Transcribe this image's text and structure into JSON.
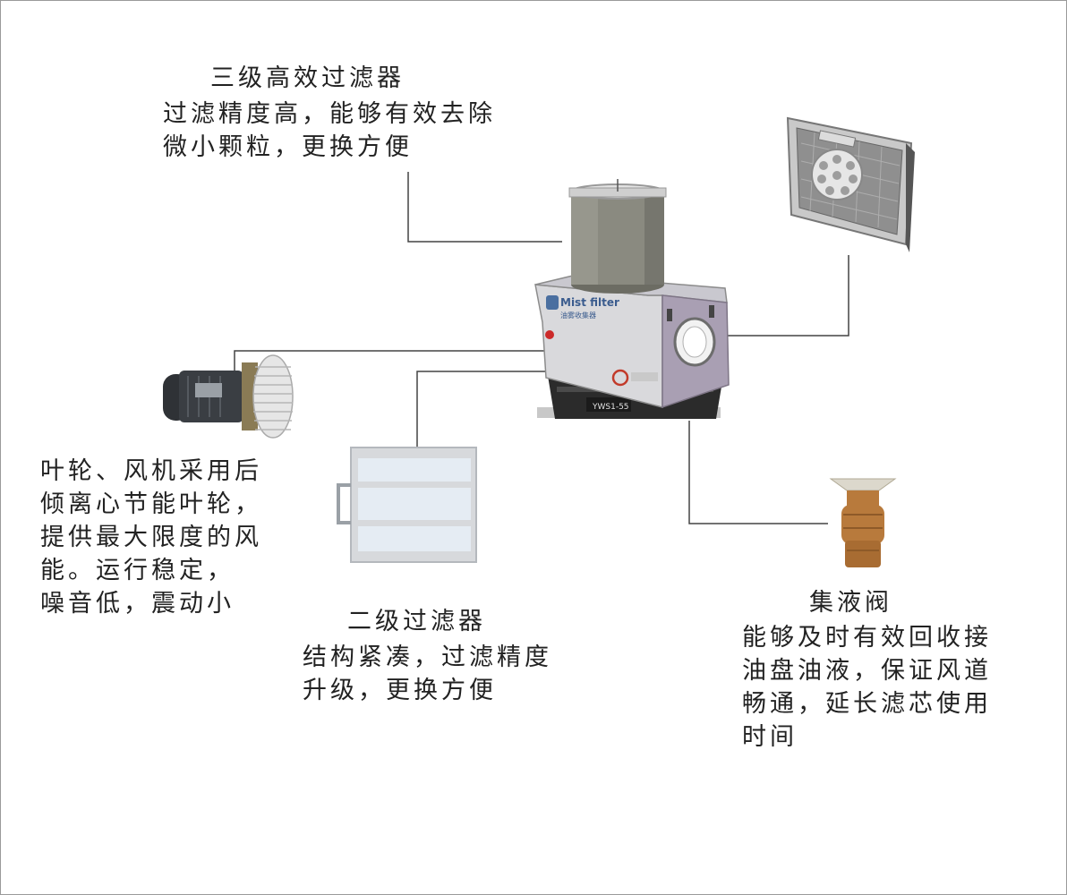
{
  "callouts": {
    "tertiary": {
      "title": "三级高效过滤器",
      "lines": [
        "过滤精度高，能够有效去除",
        "微小颗粒，更换方便"
      ]
    },
    "fan": {
      "lines": [
        "叶轮、风机采用后",
        "倾离心节能叶轮，",
        "提供最大限度的风",
        "能。运行稳定，",
        "噪音低，震动小"
      ]
    },
    "secondary": {
      "title": "二级过滤器",
      "lines": [
        "结构紧凑，过滤精度",
        "升级，更换方便"
      ]
    },
    "valve": {
      "title": "集液阀",
      "lines": [
        "能够及时有效回收接",
        "油盘油液，保证风道",
        "畅通，延长滤芯使用",
        "时间"
      ]
    }
  },
  "machine": {
    "brand": "Mist filter",
    "brand_cn": "油雾收集器",
    "model": "YWS1-55"
  },
  "colors": {
    "line": "#444444",
    "body": "#d9d9dc",
    "side": "#a99fb3",
    "base": "#2b2b2b",
    "cylinder": "#8a8a80",
    "motor": "#2f3236",
    "valve": "#b87a3c"
  }
}
